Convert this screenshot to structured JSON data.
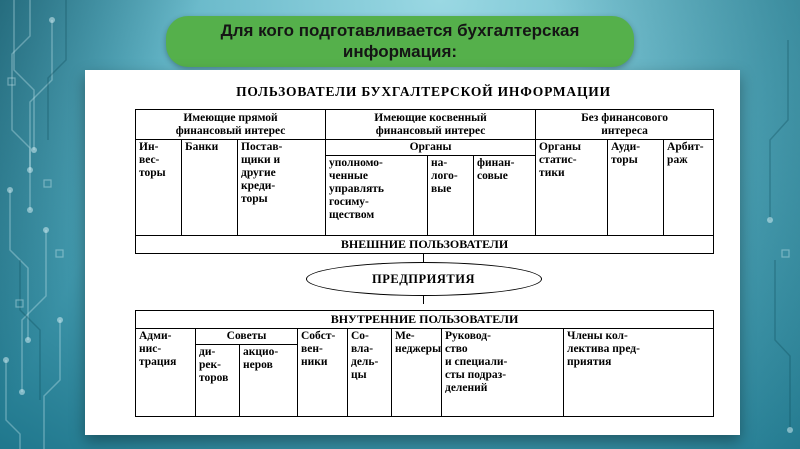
{
  "slide": {
    "title": "Для кого подготавливается бухгалтерская\nинформация:"
  },
  "colors": {
    "banner_green": "#55b04b",
    "background_teal_light": "#9ad8e3",
    "background_teal_dark": "#1b7389",
    "card_white": "#ffffff",
    "border_black": "#000000"
  },
  "diagram": {
    "title": "ПОЛЬЗОВАТЕЛИ БУХГАЛТЕРСКОЙ ИНФОРМАЦИИ",
    "top_table": {
      "headers": [
        "Имеющие прямой\nфинансовый интерес",
        "Имеющие косвенный\nфинансовый интерес",
        "Без финансового\nинтереса"
      ],
      "direct": [
        "Ин-\nвес-\nторы",
        "Банки",
        "Постав-\nщики и\nдругие\nкреди-\nторы"
      ],
      "organs_header": "Органы",
      "indirect": [
        "уполномо-\nченные\nуправлять\nгосиму-\nществом",
        "на-\nлого-\nвые",
        "финан-\nсовые"
      ],
      "no_interest": [
        "Органы\nстатис-\nтики",
        "Ауди-\nторы",
        "Арбит-\nраж"
      ],
      "footer": "ВНЕШНИЕ ПОЛЬЗОВАТЕЛИ"
    },
    "enterprises": "ПРЕДПРИЯТИЯ",
    "bottom_table": {
      "header": "ВНУТРЕННИЕ ПОЛЬЗОВАТЕЛИ",
      "administration": "Адми-\nнис-\nтрация",
      "councils": "Советы",
      "council_sub": [
        "ди-\nрек-\nторов",
        "акцио-\nнеров"
      ],
      "owners": "Собст-\nвен-\nники",
      "coowners": "Со-\nвла-\nдель-\nцы",
      "managers": "Ме-\nнеджеры",
      "management": "Руковод-\nство\nи специали-\nсты подраз-\nделений",
      "collective": "Члены кол-\nлектива пред-\nприятия"
    }
  }
}
